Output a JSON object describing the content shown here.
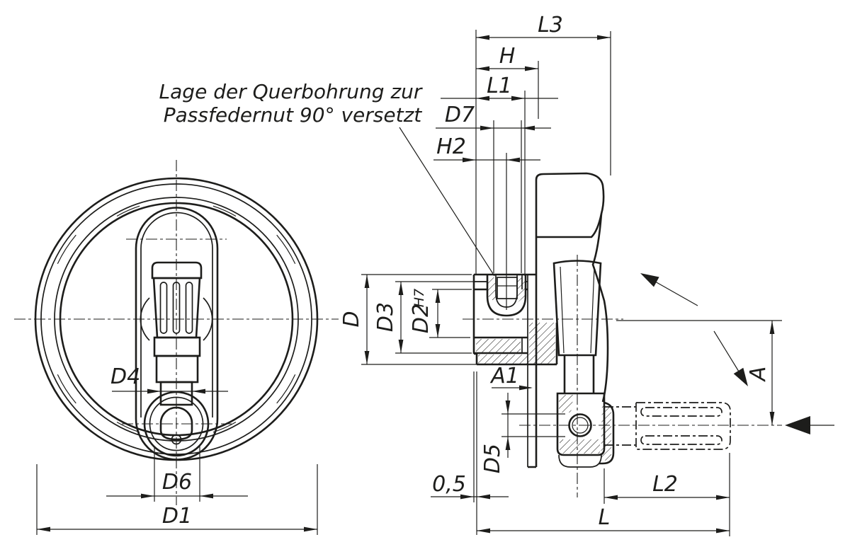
{
  "note": {
    "line1": "Lage der Querbohrung zur",
    "line2": "Passfedernut 90° versetzt"
  },
  "dims": {
    "l3": "L3",
    "h": "H",
    "l1": "L1",
    "d7": "D7",
    "h2": "H2",
    "d": "D",
    "d3": "D3",
    "d2": "D2",
    "d2_tol": "H7",
    "d4": "D4",
    "d6": "D6",
    "d1": "D1",
    "offset": "0,5",
    "a1": "A1",
    "d5": "D5",
    "l2": "L2",
    "l": "L",
    "a": "A"
  },
  "colors": {
    "line": "#1d1d1b",
    "background": "#ffffff"
  }
}
